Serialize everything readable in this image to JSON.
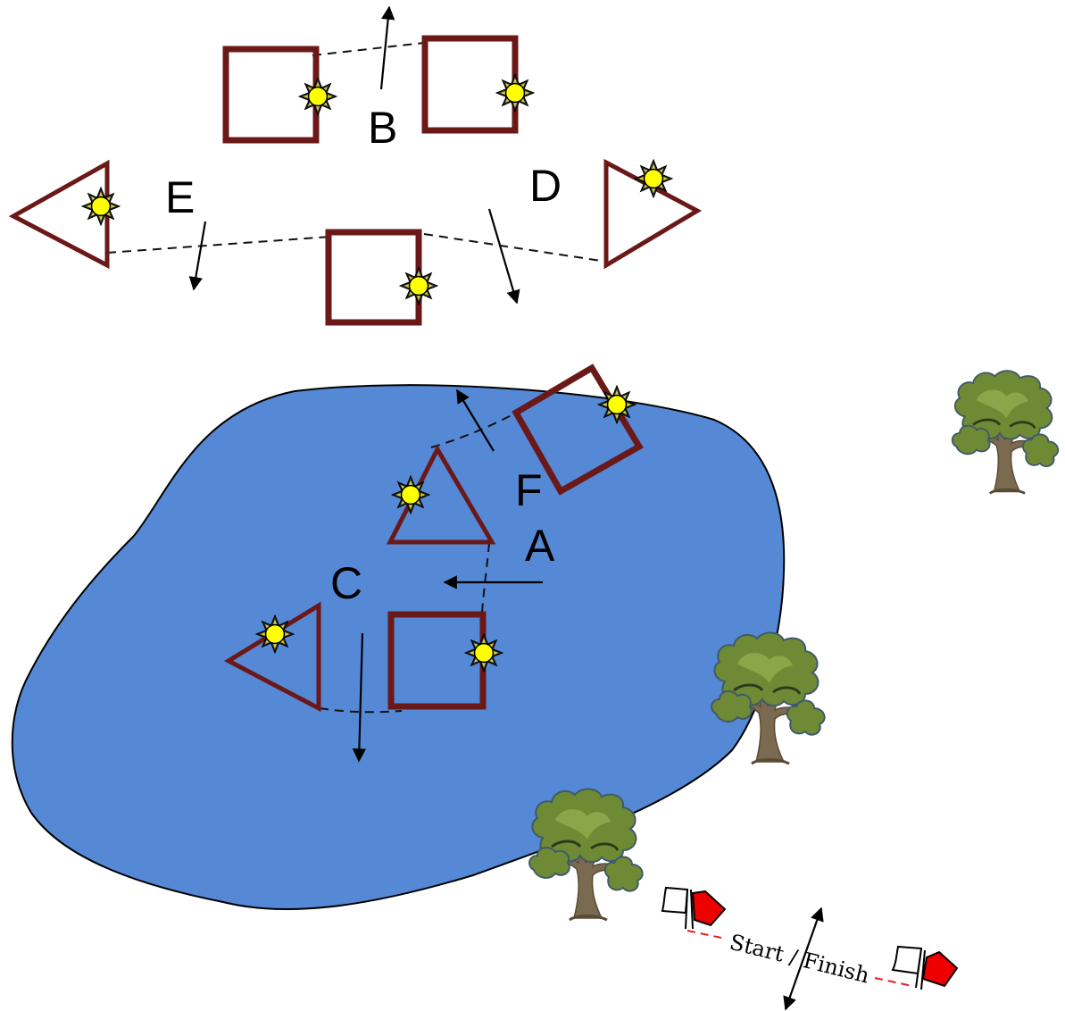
{
  "diagram": {
    "gates": [
      {
        "id": "A",
        "label": "A"
      },
      {
        "id": "B",
        "label": "B"
      },
      {
        "id": "C",
        "label": "C"
      },
      {
        "id": "D",
        "label": "D"
      },
      {
        "id": "E",
        "label": "E"
      },
      {
        "id": "F",
        "label": "F"
      }
    ],
    "start_finish_label": "Start / Finish",
    "colors": {
      "water": "#5589d6",
      "frame": "#6b1818",
      "light": "#ffff00",
      "flag_red": "#ee0000",
      "flag_white": "#ffffff",
      "start_line": "#e02020",
      "tree_canopy": "#6f8a35",
      "tree_trunk": "#7a6a50"
    },
    "icons": [
      "tree-icon",
      "flag-icon",
      "light-icon",
      "arrow-icon"
    ]
  }
}
